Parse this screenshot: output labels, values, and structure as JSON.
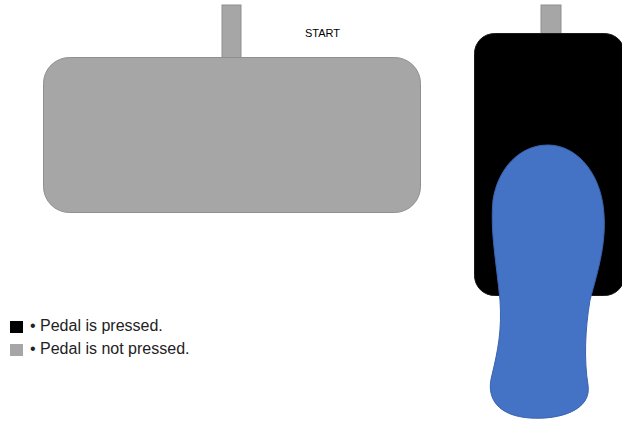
{
  "diagram": {
    "labels": [
      "START"
    ],
    "legend": [
      {
        "text": "• Pedal is pressed.",
        "color": "#000000"
      },
      {
        "text": "• Pedal is not pressed.",
        "color": "#a6a6a6"
      }
    ]
  }
}
